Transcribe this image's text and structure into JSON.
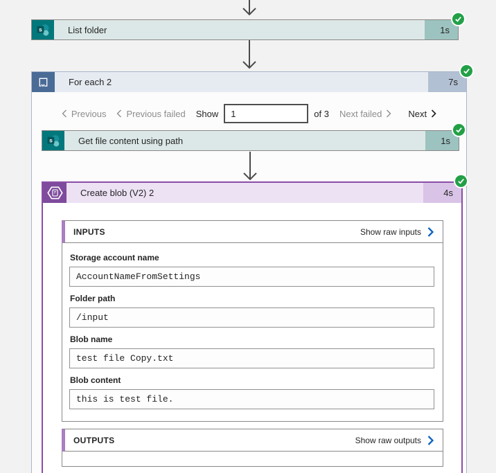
{
  "actions": {
    "list_folder": {
      "title": "List folder",
      "duration": "1s",
      "status": "succeeded"
    },
    "for_each": {
      "title": "For each 2",
      "duration": "7s",
      "status": "succeeded"
    },
    "get_file": {
      "title": "Get file content using path",
      "duration": "1s",
      "status": "succeeded"
    },
    "create_blob": {
      "title": "Create blob (V2) 2",
      "duration": "4s",
      "status": "succeeded"
    }
  },
  "pagination": {
    "previous_label": "Previous",
    "previous_failed_label": "Previous failed",
    "show_label": "Show",
    "page_value": "1",
    "of_label": "of 3",
    "next_failed_label": "Next failed",
    "next_label": "Next"
  },
  "inputs_panel": {
    "title": "INPUTS",
    "raw_link": "Show raw inputs",
    "fields": [
      {
        "label": "Storage account name",
        "value": "AccountNameFromSettings"
      },
      {
        "label": "Folder path",
        "value": "/input"
      },
      {
        "label": "Blob name",
        "value": "test file Copy.txt"
      },
      {
        "label": "Blob content",
        "value": "this is test file."
      }
    ]
  },
  "outputs_panel": {
    "title": "OUTPUTS",
    "raw_link": "Show raw outputs"
  },
  "icons": {
    "sharepoint": "sharepoint-connector-icon",
    "for_each": "loop-icon",
    "blob": "azure-blob-storage-icon",
    "success": "success-check-icon"
  },
  "colors": {
    "page_bg": "#f2f2f2",
    "sharepoint_dark": "#03787c",
    "sharepoint_light": "#dce8e7",
    "sharepoint_duration": "#9dc3c0",
    "foreach_dark": "#4a6b96",
    "foreach_light": "#e6ebf2",
    "foreach_duration": "#b2c0d3",
    "blob_dark": "#7e4b9d",
    "blob_light": "#ede1f4",
    "blob_duration": "#d9c4e7",
    "blob_border": "#8a4da6",
    "success_green": "#23a047",
    "raw_link_chevron_blue": "#0c64c0",
    "arrow_gray": "#4a4a4a"
  }
}
